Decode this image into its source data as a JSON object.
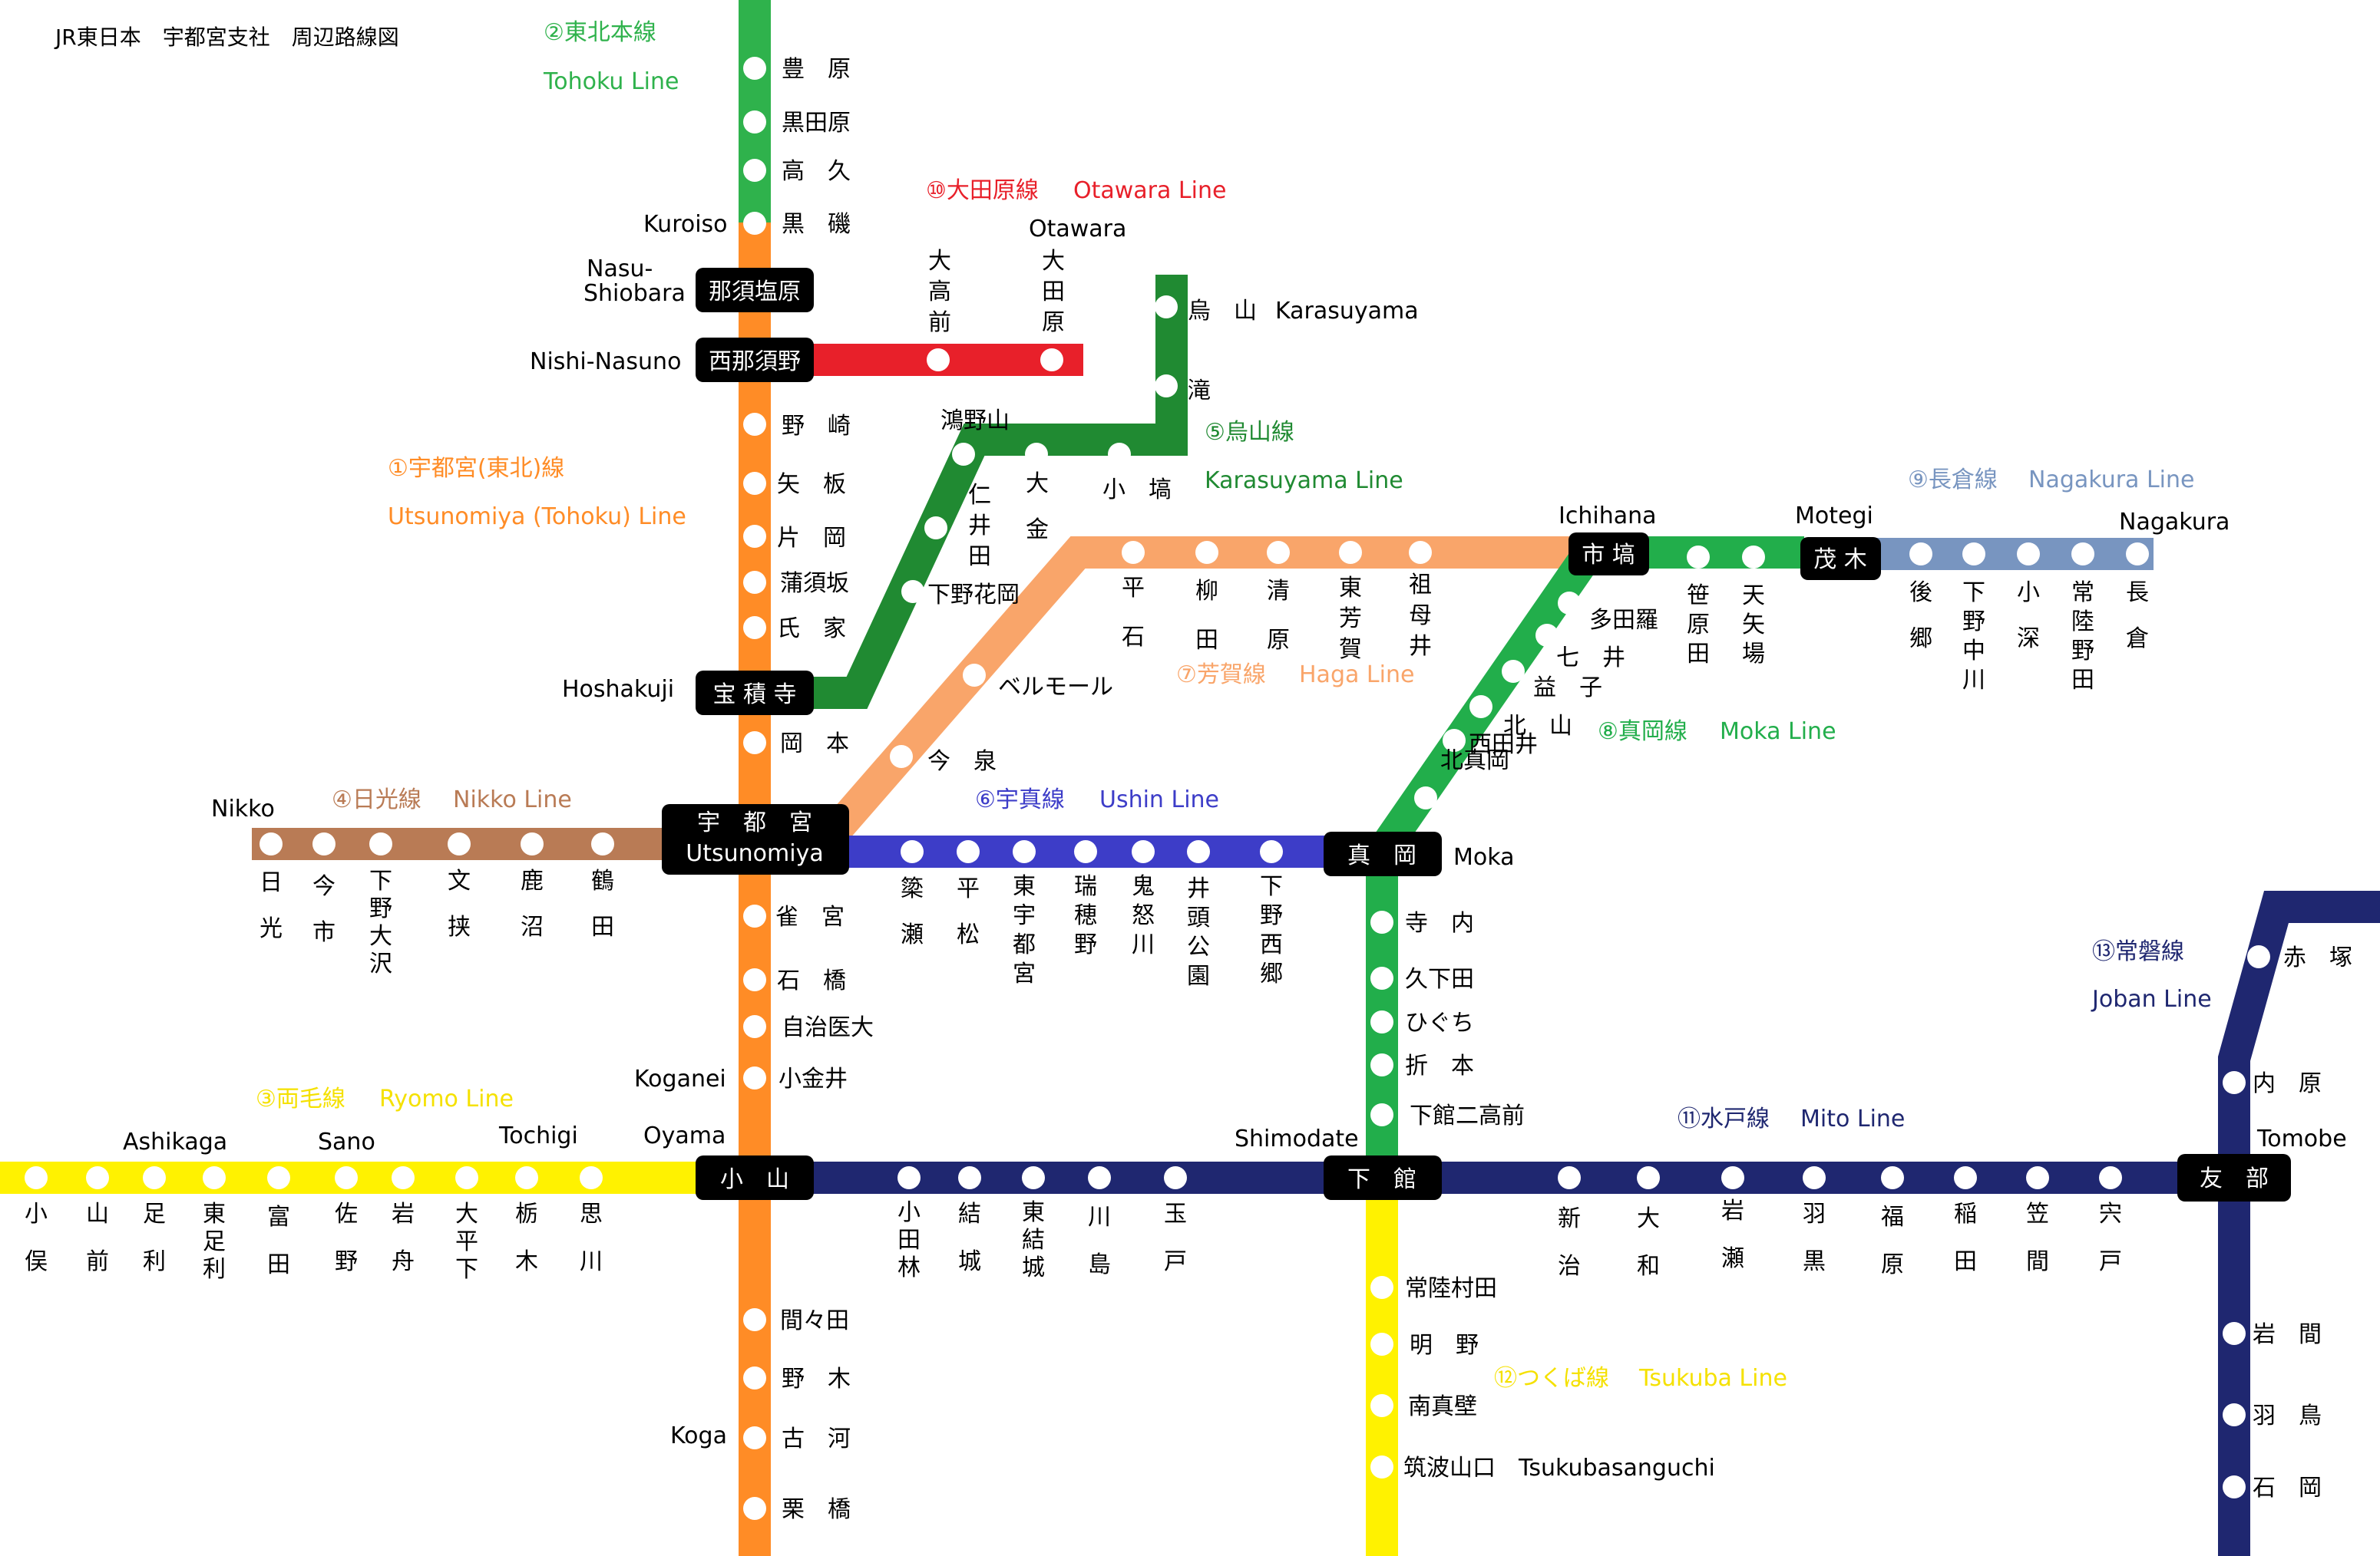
{
  "title": "JR東日本　宇都宮支社　周辺路線図",
  "lines": {
    "utsunomiya": {
      "name_ja": "①宇都宮(東北)線",
      "name_en": "Utsunomiya (Tohoku) Line",
      "color": "#FF8C26"
    },
    "tohoku": {
      "name_ja": "②東北本線",
      "name_en": "Tohoku Line",
      "color": "#2FB24C"
    },
    "ryomo": {
      "name_ja": "③両毛線",
      "name_en": "Ryomo Line",
      "color": "#FFF200"
    },
    "nikko": {
      "name_ja": "④日光線",
      "name_en": "Nikko Line",
      "color": "#B97B55"
    },
    "karasuyama": {
      "name_ja": "⑤烏山線",
      "name_en": "Karasuyama Line",
      "color": "#208A32"
    },
    "ushin": {
      "name_ja": "⑥宇真線",
      "name_en": "Ushin Line",
      "color": "#3D3DC8"
    },
    "haga": {
      "name_ja": "⑦芳賀線",
      "name_en": "Haga Line",
      "color": "#F9A56A"
    },
    "moka": {
      "name_ja": "⑧真岡線",
      "name_en": "Moka Line",
      "color": "#22AE4B"
    },
    "nagakura": {
      "name_ja": "⑨長倉線",
      "name_en": "Nagakura Line",
      "color": "#7895C0"
    },
    "otawara": {
      "name_ja": "⑩大田原線",
      "name_en": "Otawara Line",
      "color": "#E8202A"
    },
    "mito": {
      "name_ja": "⑪水戸線",
      "name_en": "Mito Line",
      "color": "#1F2770"
    },
    "tsukuba": {
      "name_ja": "⑫つくば線",
      "name_en": "Tsukuba Line",
      "color": "#FFF200"
    },
    "joban": {
      "name_ja": "⑬常磐線",
      "name_en": "Joban Line",
      "color": "#1F2770"
    }
  },
  "hubs": {
    "nasushiobara": {
      "ja": "那須塩原",
      "en": "Nasu-\nShiobara"
    },
    "nishinasuno": {
      "ja": "西那須野",
      "en": "Nishi-Nasuno"
    },
    "hoshakuji": {
      "ja": "宝 積 寺",
      "en": "Hoshakuji"
    },
    "utsunomiya": {
      "ja": "宇　都　宮",
      "en": "Utsunomiya"
    },
    "oyama": {
      "ja": "小　山",
      "en": "Oyama"
    },
    "moka": {
      "ja": "真　岡",
      "en": "Moka"
    },
    "shimodate": {
      "ja": "下　館",
      "en": "Shimodate"
    },
    "ichihana": {
      "ja": "市 塙",
      "en": "Ichihana"
    },
    "motegi": {
      "ja": "茂 木",
      "en": "Motegi"
    },
    "tomobe": {
      "ja": "友　部",
      "en": "Tomobe"
    }
  },
  "stations": {
    "toyohara": "豊　原",
    "kurodahara": "黒田原",
    "takaku": "高　久",
    "kuroiso": "黒　磯",
    "kuroiso_en": "Kuroiso",
    "nozaki": "野　崎",
    "yaita": "矢　板",
    "kataoka": "片　岡",
    "kamasusaka": "蒲須坂",
    "ujiie": "氏　家",
    "okamoto": "岡　本",
    "suzumenomiya": "雀　宮",
    "ishibashi": "石　橋",
    "jichiidai": "自治医大",
    "koganei": "小金井",
    "koganei_en": "Koganei",
    "mamada": "間々田",
    "nogi": "野　木",
    "koga": "古　河",
    "koga_en": "Koga",
    "kurihashi": "栗　橋",
    "otakamae": "大\n高\n前",
    "otawara": "大\n田\n原",
    "otawara_en": "Otawara",
    "karasuyama": "烏　山",
    "karasuyama_en": "Karasuyama",
    "taki": "滝",
    "konosuyama": "鴻野山",
    "ogane": "大\n金",
    "kohanawa": "小　塙",
    "niita": "仁\n井\n田",
    "shimotsukehanaoka": "下野花岡",
    "bellmall": "ベルモール",
    "imaizumi": "今　泉",
    "hiraishi": "平\n\n石",
    "yanagida": "柳\n\n田",
    "kiyohara": "清\n\n原",
    "higashihaga": "東\n芳\n賀",
    "sobai": "祖\n母\n井",
    "nikko": "日\n\n光",
    "nikko_en": "Nikko",
    "imaichi": "今\n\n市",
    "shimotsukeosawa": "下\n野\n大\n沢",
    "fubasami": "文\n\n挟",
    "kanuma": "鹿\n\n沼",
    "tsuruta": "鶴\n\n田",
    "chikuse": "簗\n\n瀬",
    "hiramatsu": "平\n\n松",
    "higashiutsunomiya": "東\n宇\n都\n宮",
    "mizuhono": "瑞\n穂\n野",
    "kinugawa": "鬼\n怒\n川",
    "igashirakoen": "井\n頭\n公\n園",
    "shimotsukenishigo": "下\n野\n西\n郷",
    "kitamokaoka": "北真岡",
    "nishidai": "西田井",
    "kitayama": "北　山",
    "mashiko": "益　子",
    "nanai": "七　井",
    "tataranuma": "多田羅",
    "sasahara": "笹\n原\n田",
    "tenyaba": "天\n矢\n場",
    "goko": "後\n\n郷",
    "shimotsukenakagawa": "下\n野\n中\n川",
    "ofuka": "小\n\n深",
    "hitachinoda": "常\n陸\n野\n田",
    "nagakura": "長\n\n倉",
    "nagakura_en": "Nagakura",
    "terauchi": "寺　内",
    "kugeta": "久下田",
    "higuchi": "ひぐち",
    "orimoto": "折　本",
    "shimodateniko": "下館二高前",
    "hitachimurata": "常陸村田",
    "myono": "明　野",
    "minamimakabe": "南真壁",
    "tsukubasanguchi": "筑波山口",
    "tsukubasanguchi_en": "Tsukubasanguchi",
    "omata": "小\n\n俣",
    "yamamae": "山\n\n前",
    "ashikaga": "足\n\n利",
    "ashikaga_en": "Ashikaga",
    "higashiashikaga": "東\n足\n利",
    "tomita": "富\n\n田",
    "sano": "佐\n\n野",
    "sano_en": "Sano",
    "iwafune": "岩\n\n舟",
    "ohirashita": "大\n平\n下",
    "tochigi": "栃\n\n木",
    "tochigi_en": "Tochigi",
    "omoigawa": "思\n\n川",
    "otabayashi": "小\n田\n林",
    "yuki": "結\n\n城",
    "higashiyuki": "東\n結\n城",
    "kawashima": "川\n\n島",
    "tamado": "玉\n\n戸",
    "niiharu": "新\n\n治",
    "yamato": "大\n\n和",
    "iwase": "岩\n\n瀬",
    "haguro": "羽\n\n黒",
    "fukuhara": "福\n\n原",
    "inada": "稲\n\n田",
    "kasama": "笠\n\n間",
    "shishido": "宍\n\n戸",
    "akatsuka": "赤　塚",
    "uchihara": "内　原",
    "iwama": "岩　間",
    "hatori": "羽　鳥",
    "ishioka": "石　岡"
  }
}
